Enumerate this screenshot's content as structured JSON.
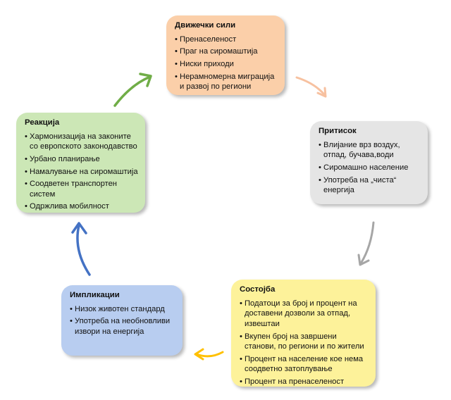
{
  "diagram": {
    "driving_forces": {
      "title": "Движечки сили",
      "items": [
        "Пренаселеност",
        "Праг на сиромаштија",
        "Ниски приходи",
        "Нерамномерна миграција и развој по региони"
      ],
      "color": "#fbcfa9"
    },
    "pressure": {
      "title": "Притисок",
      "items": [
        "Влијание врз воздух, отпад, бучава,води",
        "Сиромашно население",
        "Употреба на „чиста“ енергија"
      ],
      "color": "#e5e5e5"
    },
    "state": {
      "title": "Состојба",
      "items": [
        "Податоци за број и процент на доставени дозволи за отпад, извештаи",
        "Вкупен број на завршени станови, по региони и по жители",
        "Процент на население кое нема соодветно затоплување",
        "Процент на пренаселеност"
      ],
      "color": "#fdf29a"
    },
    "impact": {
      "title": "Импликации",
      "items": [
        "Низок животен стандард",
        "Употреба на необновливи извори на енергија"
      ],
      "color": "#b8cdf0"
    },
    "response": {
      "title": "Реакција",
      "items": [
        "Хармонизација на законите со европското законодавство",
        "Урбано планирање",
        "Намалување на сиромаштија",
        "Соодветен транспортен систем",
        "Одржлива мобилност"
      ],
      "color": "#cce7b6"
    },
    "arrow_colors": {
      "driving_to_pressure": "#f7c1a0",
      "pressure_to_state": "#a6a6a6",
      "state_to_impact": "#ffc000",
      "impact_to_response": "#4472c4",
      "response_to_driving": "#70ad47"
    }
  }
}
